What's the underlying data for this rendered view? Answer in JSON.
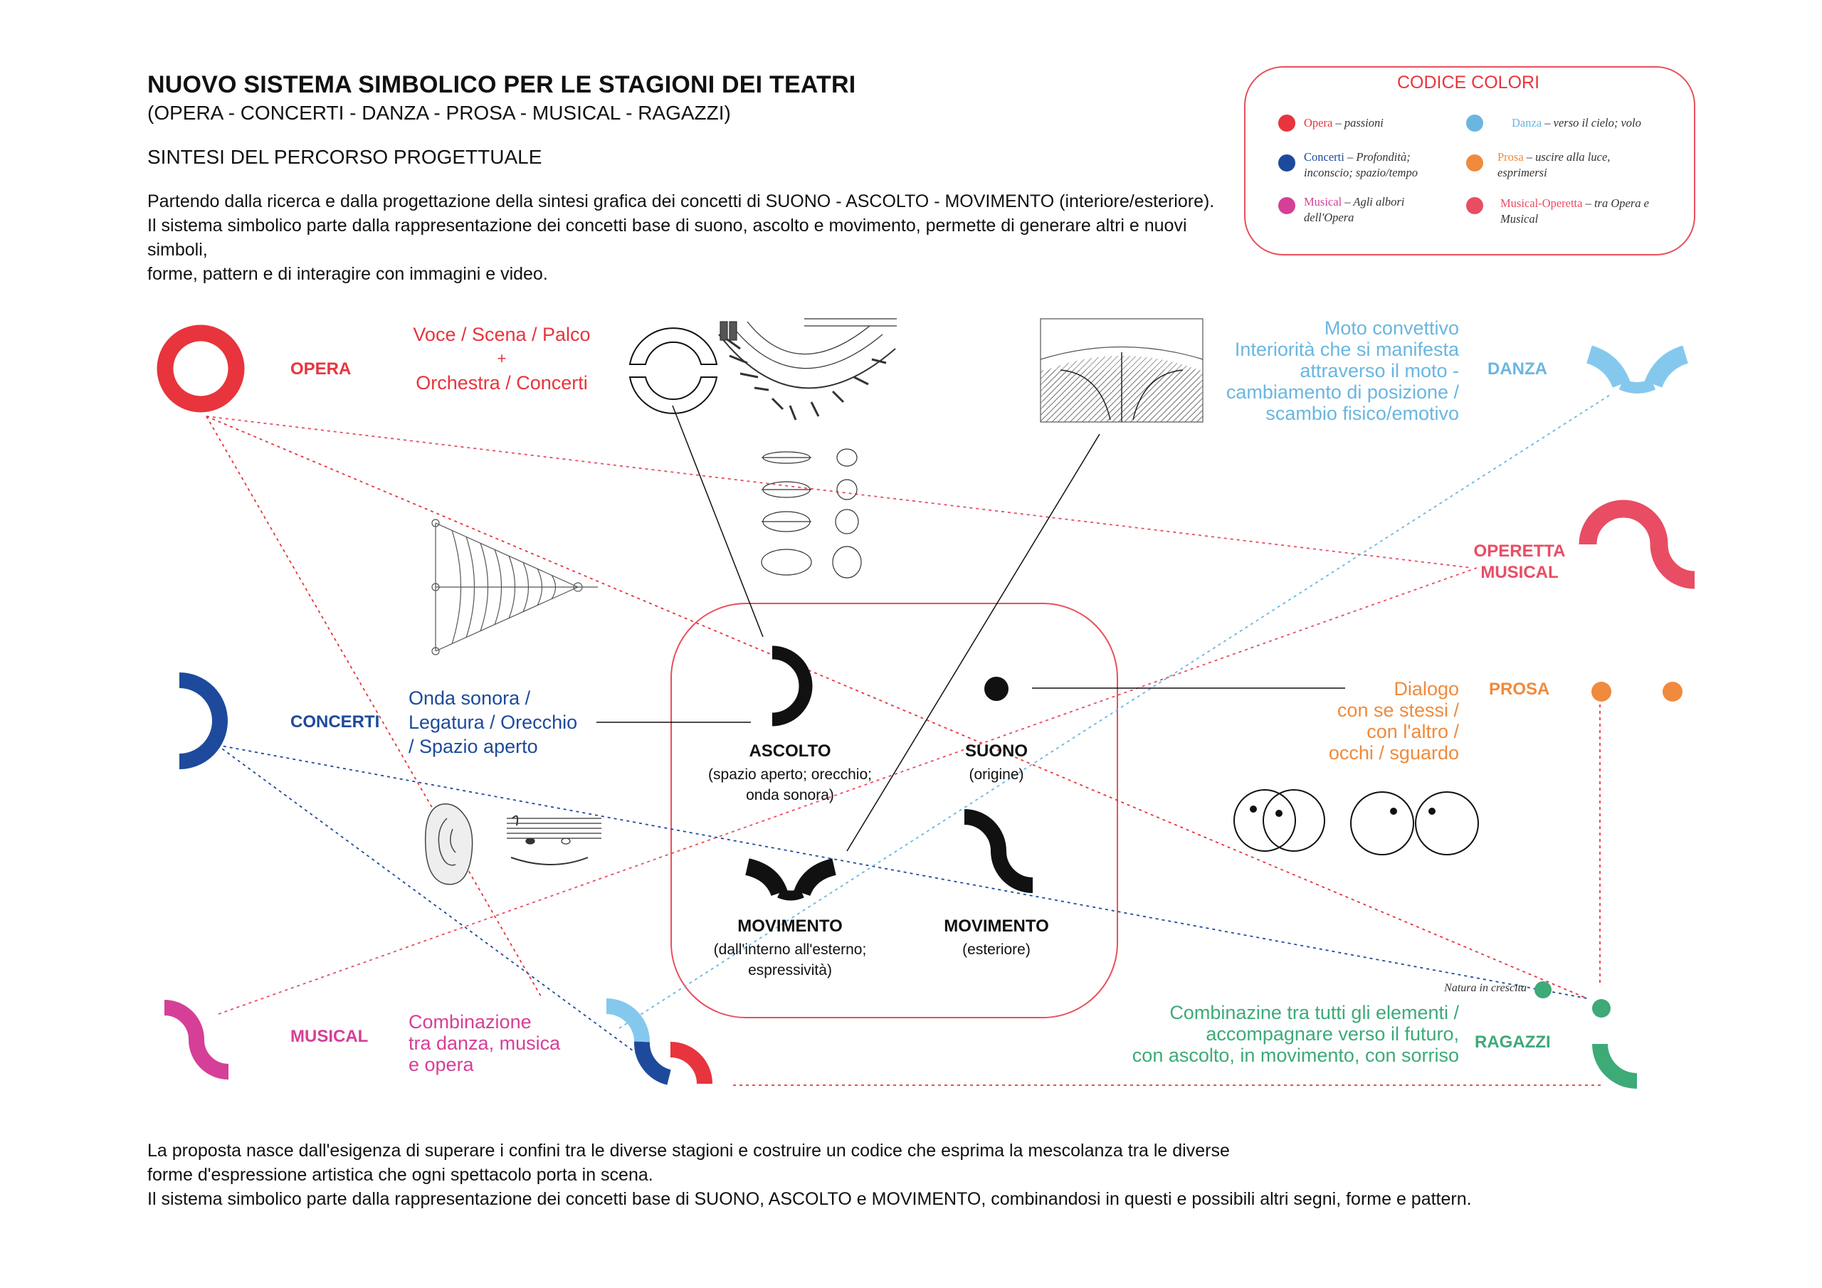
{
  "header": {
    "title": "NUOVO SISTEMA SIMBOLICO PER LE STAGIONI DEI TEATRI",
    "subtitle": "(OPERA - CONCERTI - DANZA - PROSA - MUSICAL - RAGAZZI)",
    "section": "SINTESI DEL PERCORSO PROGETTUALE",
    "intro_lines": [
      "Partendo dalla ricerca e dalla progettazione della sintesi grafica dei concetti di SUONO - ASCOLTO - MOVIMENTO (interiore/esteriore).",
      "Il sistema simbolico parte dalla rappresentazione dei concetti base di suono, ascolto e movimento, permette di generare altri e nuovi simboli,",
      "forme, pattern e di interagire con immagini e video."
    ]
  },
  "legend": {
    "title": "CODICE COLORI",
    "items": [
      {
        "key": "Opera",
        "desc": " – passioni",
        "color": "#e8343c"
      },
      {
        "key": "Danza",
        "desc": " – verso il cielo; volo",
        "color": "#6ab6e0"
      },
      {
        "key": "Concerti",
        "desc": " – Profondità; inconscio; spazio/tempo",
        "color": "#1d4a9c"
      },
      {
        "key": "Prosa",
        "desc": " – uscire alla luce, esprimersi",
        "color": "#f08a3c"
      },
      {
        "key": "Musical",
        "desc": " – Agli albori dell'Opera",
        "color": "#d63f97"
      },
      {
        "key": "Musical-Operetta",
        "desc": " – tra Opera e Musical",
        "color": "#e84d63"
      }
    ]
  },
  "categories": {
    "opera": {
      "label": "OPERA",
      "lines": [
        "Voce / Scena / Palco",
        "+",
        "Orchestra / Concerti"
      ],
      "color": "#e8343c"
    },
    "concerti": {
      "label": "CONCERTI",
      "lines": [
        "Onda sonora /",
        "Legatura / Orecchio",
        "/ Spazio aperto"
      ],
      "color": "#1d4a9c"
    },
    "musical": {
      "label": "MUSICAL",
      "lines": [
        "Combinazione",
        "tra danza, musica",
        "e opera"
      ],
      "color": "#d63f97"
    },
    "danza": {
      "label": "DANZA",
      "lines": [
        "Moto convettivo",
        "Interiorità che si manifesta",
        "attraverso il moto -",
        "cambiamento di posizione /",
        "scambio fisico/emotivo"
      ],
      "color": "#6ab6e0"
    },
    "operetta": {
      "label_lines": [
        "OPERETTA",
        "MUSICAL"
      ],
      "color": "#e84d63"
    },
    "prosa": {
      "label": "PROSA",
      "lines": [
        "Dialogo",
        "con se stessi /",
        "con l'altro /",
        "occhi / sguardo"
      ],
      "color": "#f08a3c"
    },
    "ragazzi": {
      "label": "RAGAZZI",
      "lines": [
        "Combinazine tra tutti gli elementi /",
        "accompagnare verso il futuro,",
        "con ascolto, in movimento, con sorriso"
      ],
      "note": "Natura in crescita",
      "color": "#3daa78"
    }
  },
  "concepts": {
    "ascolto": {
      "title": "ASCOLTO",
      "lines": [
        "(spazio aperto; orecchio;",
        "onda sonora)"
      ]
    },
    "suono": {
      "title": "SUONO",
      "lines": [
        "(origine)"
      ]
    },
    "movimento_int": {
      "title": "MOVIMENTO",
      "lines": [
        "(dall'interno all'esterno;",
        "espressività)"
      ]
    },
    "movimento_ext": {
      "title": "MOVIMENTO",
      "lines": [
        "(esteriore)"
      ]
    }
  },
  "footer": {
    "lines": [
      "La proposta nasce dall'esigenza di superare i confini tra le diverse stagioni e costruire un codice che esprima la mescolanza tra le diverse",
      "forme d'espressione artistica che ogni spettacolo porta in scena.",
      "Il sistema simbolico parte dalla rappresentazione dei concetti base di SUONO, ASCOLTO e MOVIMENTO, combinandosi in questi e possibili altri segni, forme e pattern."
    ]
  }
}
